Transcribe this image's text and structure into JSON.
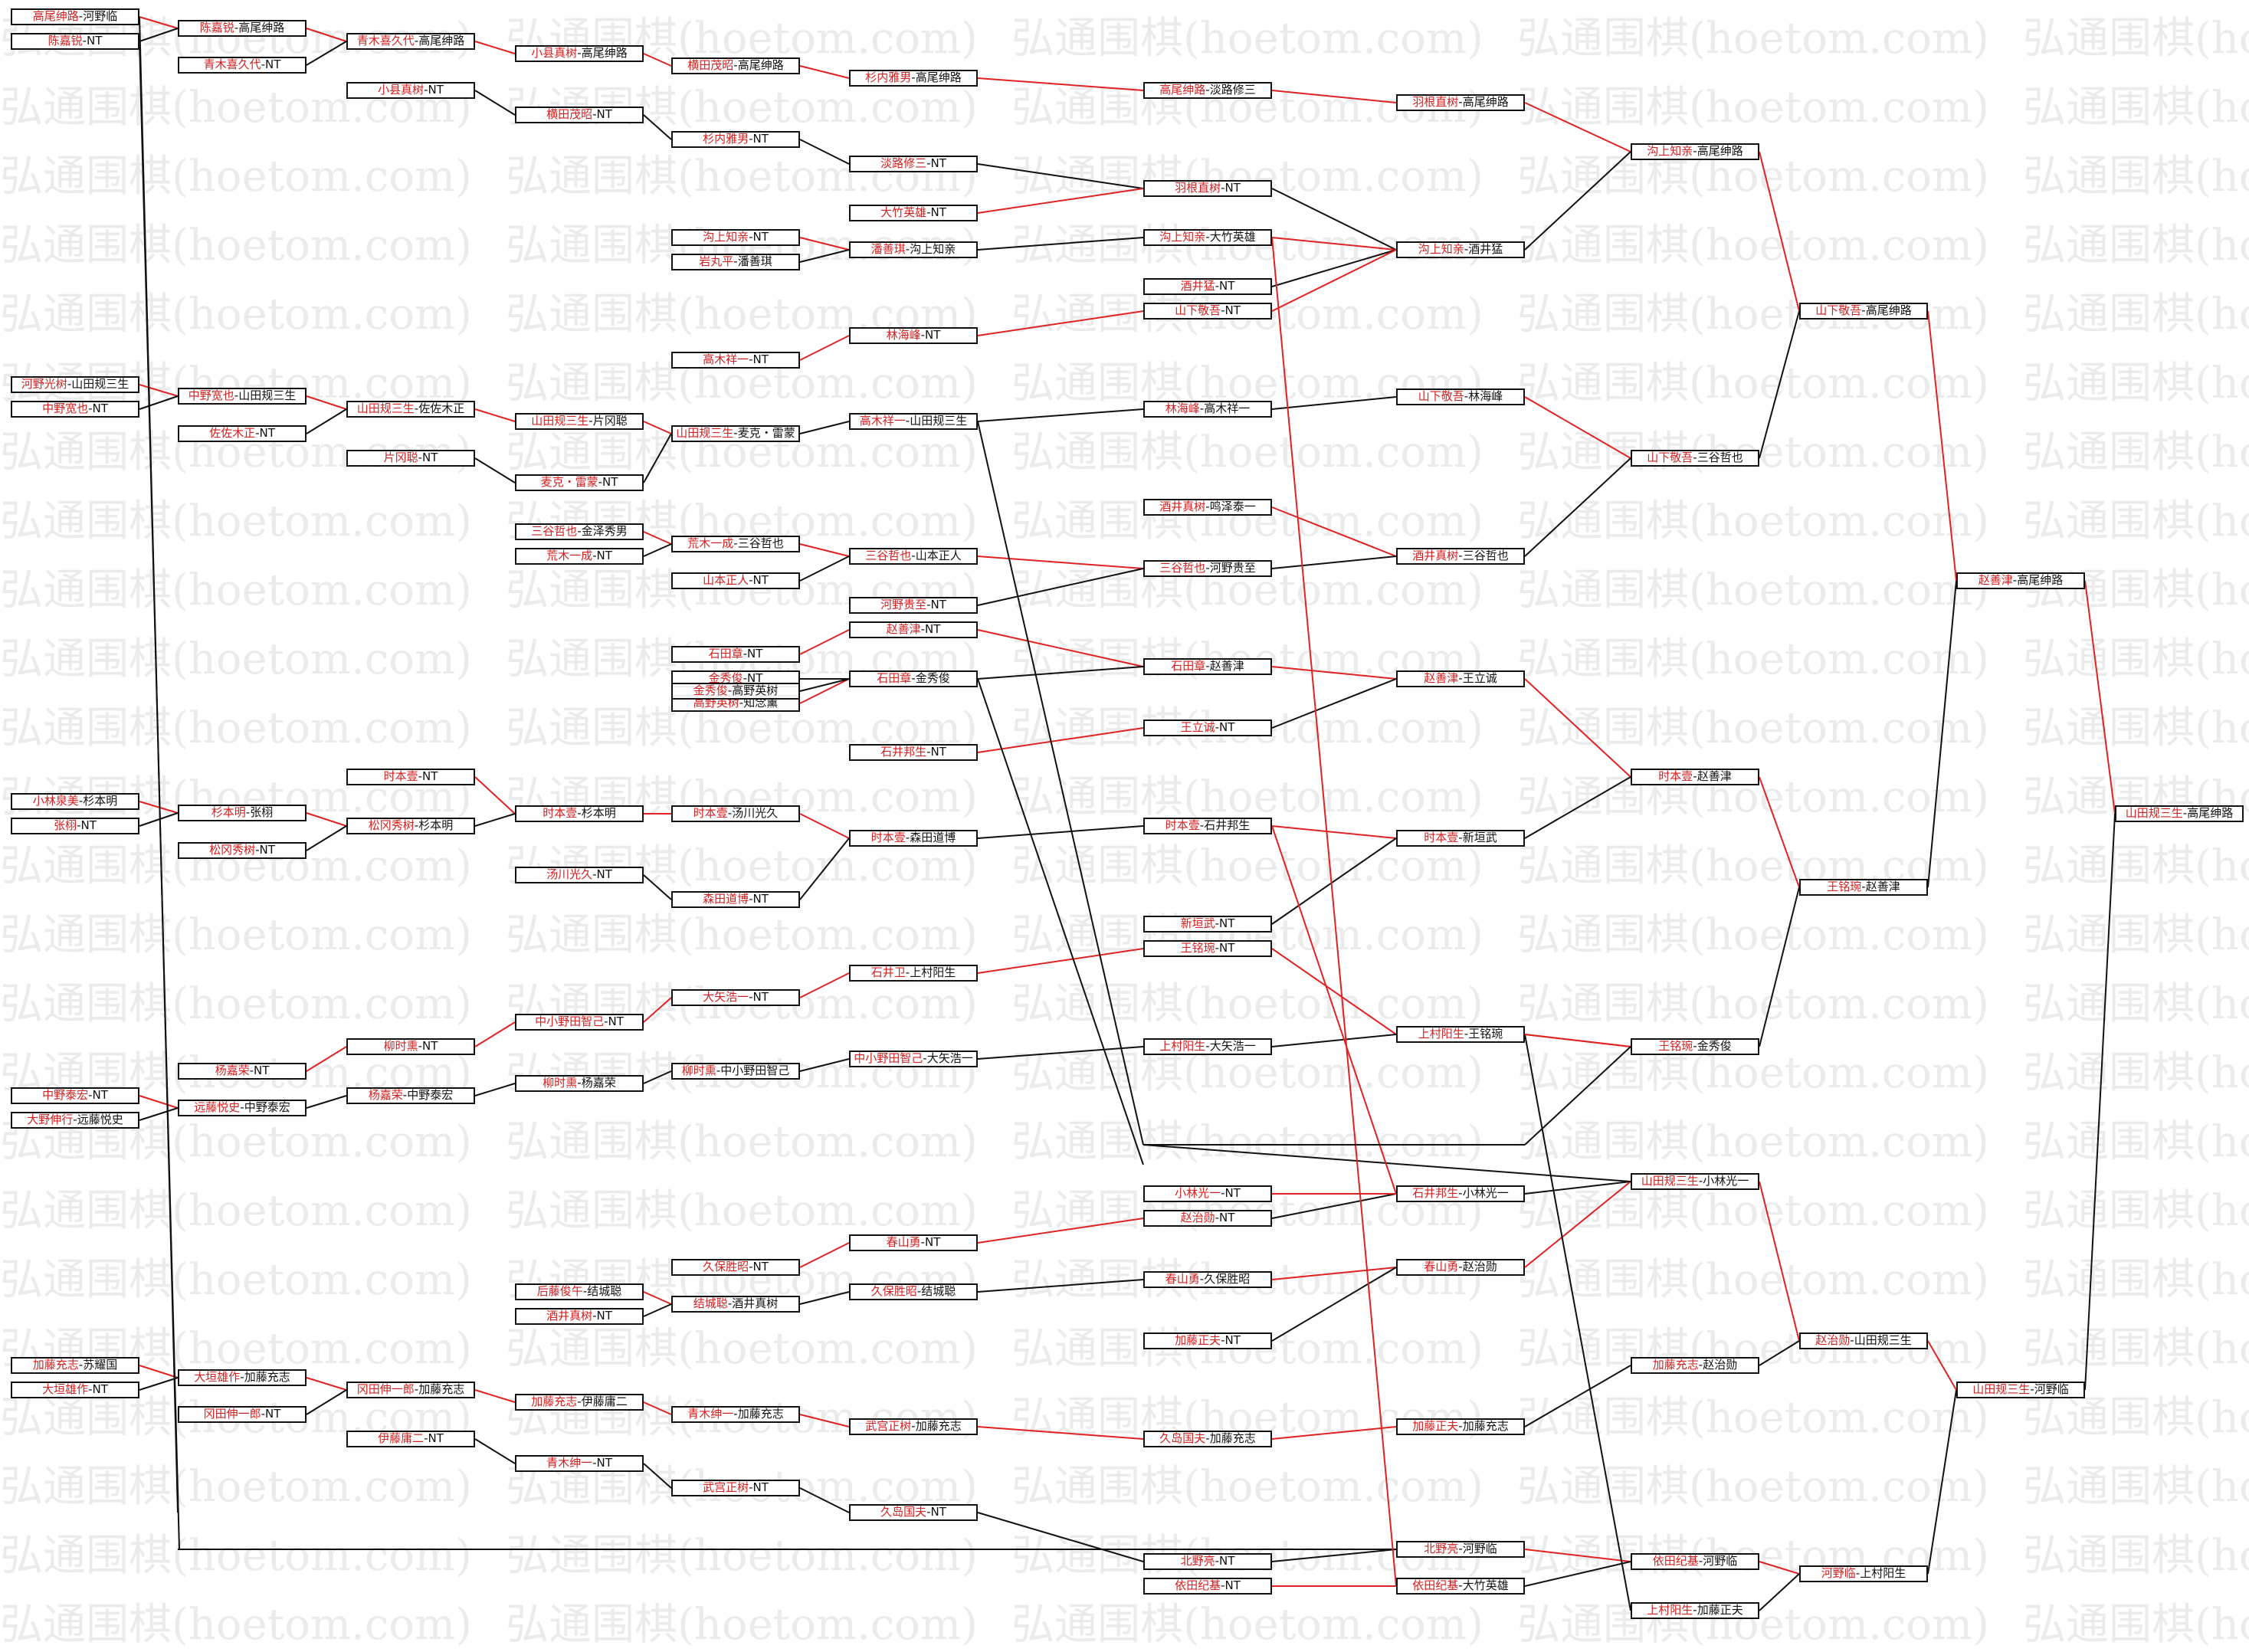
{
  "watermark": "弘通围棋(hoetom.com)",
  "colors": {
    "winner": "#d42020",
    "loser": "#111111",
    "line_red": "#e02222",
    "line_black": "#111111"
  },
  "rounds": [
    [
      "高尾绅路-河野临",
      "陈嘉锐-NT",
      "河野光树-山田规三生",
      "中野宽也-NT",
      "小林泉美-杉本明",
      "张栩-NT",
      "中野泰宏-NT",
      "大野伸行-远藤悦史",
      "加藤充志-苏耀国",
      "大垣雄作-NT"
    ],
    [
      "陈嘉锐-高尾绅路",
      "青木喜久代-NT",
      "中野宽也-山田规三生",
      "佐佐木正-NT",
      "杉本明-张栩",
      "松冈秀树-NT",
      "杨嘉荣-NT",
      "远藤悦史-中野泰宏",
      "大垣雄作-加藤充志",
      "冈田伸一郎-NT"
    ],
    [
      "青木喜久代-高尾绅路",
      "小县真树-NT",
      "山田规三生-佐佐木正",
      "片冈聪-NT",
      "时本壹-NT",
      "松冈秀树-杉本明",
      "柳时熏-NT",
      "杨嘉荣-中野泰宏",
      "冈田伸一郎-加藤充志",
      "伊藤庸二-NT"
    ],
    [
      "小县真树-高尾绅路",
      "横田茂昭-NT",
      "山田规三生-片冈聪",
      "麦克・雷蒙-NT",
      "三谷哲也-金泽秀男",
      "荒木一成-NT",
      "时本壹-杉本明",
      "汤川光久-NT",
      "中小野田智己-NT",
      "柳时熏-杨嘉荣",
      "后藤俊午-结城聪",
      "酒井真树-NT",
      "加藤充志-伊藤庸二",
      "青木绅一-NT"
    ],
    [
      "横田茂昭-高尾绅路",
      "杉内雅男-NT",
      "沟上知亲-NT",
      "岩丸平-潘善琪",
      "高木祥一-NT",
      "山田规三生-麦克・雷蒙",
      "荒木一成-三谷哲也",
      "山本正人-NT",
      "石田章-NT",
      "金秀俊-NT",
      "高野英树-知念薰",
      "金秀俊-高野英树",
      "时本壹-汤川光久",
      "森田道博-NT",
      "大矢浩一-NT",
      "柳时熏-中小野田智己",
      "久保胜昭-NT",
      "结城聪-酒井真树",
      "青木绅一-加藤充志",
      "武宫正树-NT"
    ],
    [
      "杉内雅男-高尾绅路",
      "淡路修三-NT",
      "大竹英雄-NT",
      "潘善琪-沟上知亲",
      "林海峰-NT",
      "高木祥一-山田规三生",
      "三谷哲也-山本正人",
      "河野贵至-NT",
      "赵善津-NT",
      "石田章-金秀俊",
      "石井邦生-NT",
      "时本壹-森田道博",
      "石井卫-上村阳生",
      "中小野田智己-大矢浩一",
      "春山勇-NT",
      "久保胜昭-结城聪",
      "武宫正树-加藤充志",
      "久岛国夫-NT"
    ],
    [
      "高尾绅路-淡路修三",
      "羽根直树-NT",
      "沟上知亲-大竹英雄",
      "酒井猛-NT",
      "山下敬吾-NT",
      "林海峰-高木祥一",
      "酒井真树-鸣泽泰一",
      "三谷哲也-河野贵至",
      "石田章-赵善津",
      "王立诚-NT",
      "时本壹-石井邦生",
      "新垣武-NT",
      "王铭琬-NT",
      "上村阳生-大矢浩一",
      "小林光一-NT",
      "赵治勋-NT",
      "春山勇-久保胜昭",
      "加藤正夫-NT",
      "久岛国夫-加藤充志",
      "北野亮-NT",
      "依田纪基-NT"
    ],
    [
      "羽根直树-高尾绅路",
      "沟上知亲-酒井猛",
      "山下敬吾-林海峰",
      "酒井真树-三谷哲也",
      "赵善津-王立诚",
      "时本壹-新垣武",
      "上村阳生-王铭琬",
      "石井邦生-小林光一",
      "春山勇-赵治勋",
      "加藤正夫-加藤充志",
      "北野亮-河野临",
      "依田纪基-大竹英雄"
    ],
    [
      "沟上知亲-高尾绅路",
      "山下敬吾-三谷哲也",
      "时本壹-赵善津",
      "王铭琬-金秀俊",
      "山田规三生-小林光一",
      "加藤充志-赵治勋",
      "依田纪基-河野临",
      "上村阳生-加藤正夫"
    ],
    [
      "山下敬吾-高尾绅路",
      "王铭琬-赵善津",
      "赵治勋-山田规三生",
      "河野临-上村阳生"
    ],
    [
      "赵善津-高尾绅路",
      "山田规三生-河野临"
    ],
    [
      "山田规三生-高尾绅路"
    ]
  ]
}
